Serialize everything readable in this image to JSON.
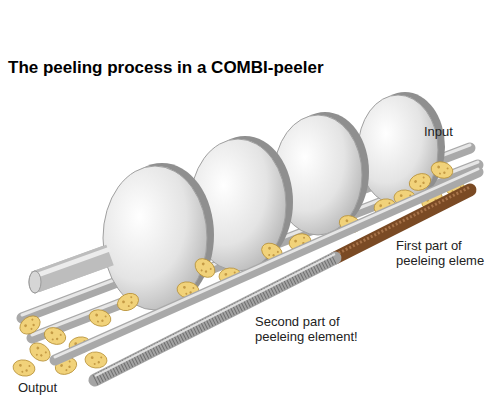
{
  "diagram": {
    "title": "The peeling process in a COMBI-peeler",
    "labels": [
      "Input",
      "First part of peeleing eleme",
      "Second part of peeleing element!",
      "Output"
    ]
  }
}
